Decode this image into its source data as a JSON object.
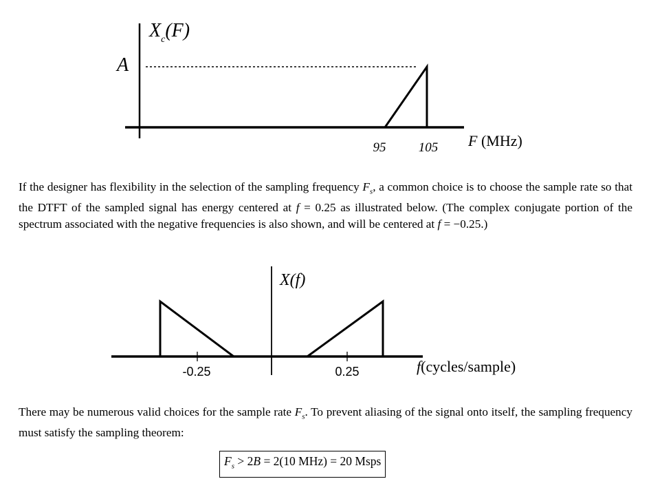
{
  "figure1": {
    "ylabel_main": "X",
    "ylabel_sub": "c",
    "ylabel_arg": "(F)",
    "amplitude_label": "A",
    "tick_95": "95",
    "tick_105": "105",
    "xlabel_var": "F",
    "xlabel_unit": "(MHz)"
  },
  "paragraph1": {
    "t1": "If the designer has flexibility in the selection of the sampling frequency ",
    "fs_F": "F",
    "fs_s": "s",
    "t2": ", a common choice is to choose the sample rate so that the DTFT of the sampled signal has energy centered at ",
    "f1": "f",
    "eq1": " = 0.25",
    "t3": " as illustrated below. (The complex conjugate portion of the spectrum associated with the negative frequencies is also shown, and will be centered at ",
    "f2": "f",
    "eq2": " = −0.25",
    "t4": ".)"
  },
  "figure2": {
    "ylabel": "X(f)",
    "tick_neg": "-0.25",
    "tick_pos": "0.25",
    "xlabel_var": "f",
    "xlabel_unit": "(cycles/sample)"
  },
  "paragraph2": {
    "t1": "There may be numerous valid choices for the sample rate ",
    "fs_F": "F",
    "fs_s": "s",
    "t2": ". To prevent aliasing of the signal onto itself, the sampling frequency must satisfy the sampling theorem:"
  },
  "equation": {
    "F": "F",
    "s": "s",
    "gt": " > 2",
    "B": "B",
    "rest": " = 2(10 MHz) = 20 Msps"
  }
}
